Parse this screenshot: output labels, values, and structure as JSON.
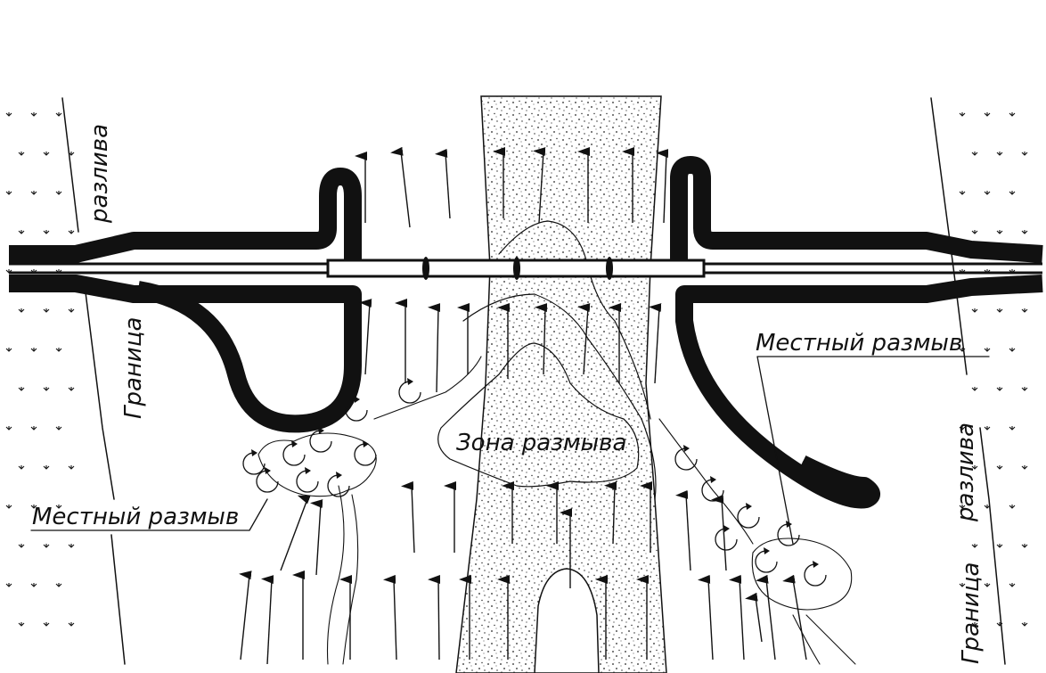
{
  "labels": {
    "left_boundary_top": "разлива",
    "left_boundary_bottom": "Граница",
    "right_boundary_top": "разлива",
    "right_boundary_bottom": "Граница",
    "scour_zone": "Зона размыва",
    "local_scour_left": "Местный размыв",
    "local_scour_right": "Местный размыв"
  },
  "colors": {
    "ink": "#111111",
    "background": "#ffffff",
    "channel_stipple": "#222222"
  },
  "icons": {
    "flow_arrow": "flow-arrow-icon",
    "eddy": "eddy-swirl-icon",
    "floodplain_vegetation": "grass-tick-icon"
  }
}
